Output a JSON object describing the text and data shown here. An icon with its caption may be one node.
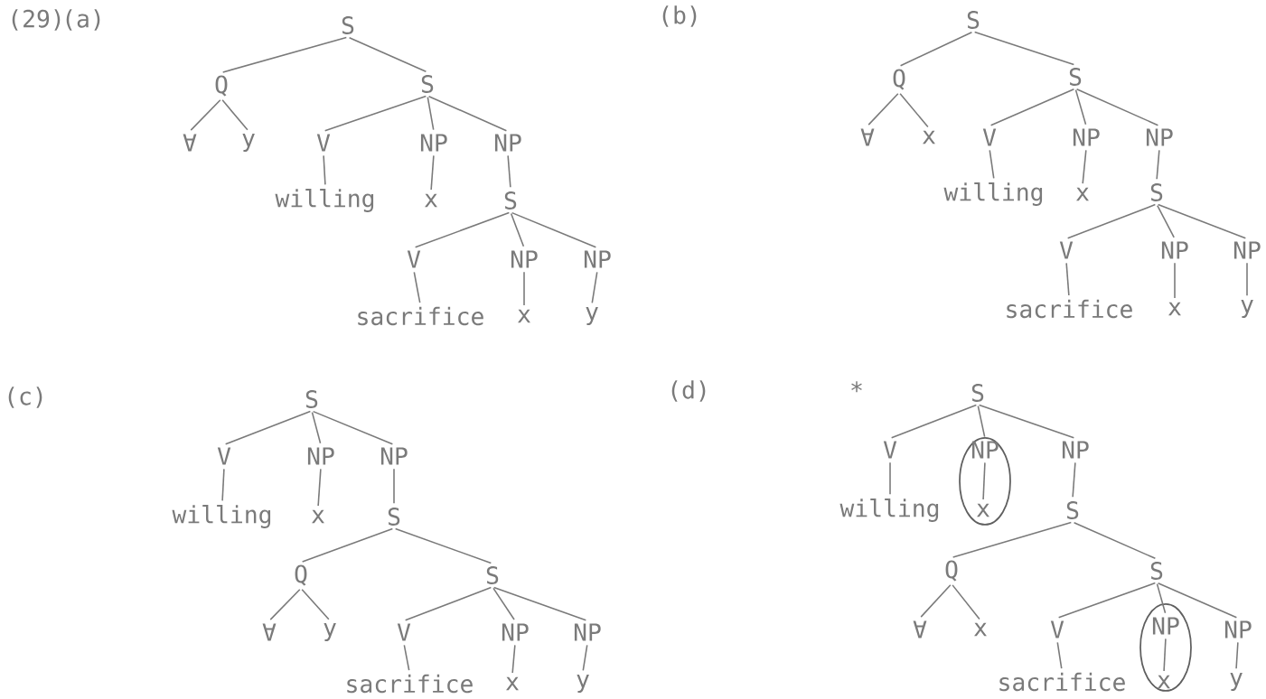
{
  "diagram": {
    "nodes": [
      {
        "text": [
          "S"
        ]
      },
      {
        "text": [
          "Q"
        ]
      },
      {
        "text": [
          "S"
        ]
      },
      {
        "text": [
          "∀"
        ]
      },
      {
        "text": [
          "y"
        ]
      },
      {
        "text": [
          "V"
        ]
      },
      {
        "text": [
          "NP"
        ]
      },
      {
        "text": [
          "NP"
        ]
      },
      {
        "text": [
          "willing"
        ]
      },
      {
        "text": [
          "x"
        ]
      },
      {
        "text": [
          "S"
        ]
      },
      {
        "text": [
          "V"
        ]
      },
      {
        "text": [
          "NP"
        ]
      },
      {
        "text": [
          "NP"
        ]
      },
      {
        "text": [
          "sacrifice"
        ]
      },
      {
        "text": [
          "x"
        ]
      },
      {
        "text": [
          "y"
        ]
      },
      {
        "text": [
          "S"
        ]
      },
      {
        "text": [
          "Q"
        ]
      },
      {
        "text": [
          "S"
        ]
      },
      {
        "text": [
          "∀"
        ]
      },
      {
        "text": [
          "x"
        ]
      },
      {
        "text": [
          "V"
        ]
      },
      {
        "text": [
          "NP"
        ]
      },
      {
        "text": [
          "NP"
        ]
      },
      {
        "text": [
          "willing"
        ]
      },
      {
        "text": [
          "x"
        ]
      },
      {
        "text": [
          "S"
        ]
      },
      {
        "text": [
          "V"
        ]
      },
      {
        "text": [
          "NP"
        ]
      },
      {
        "text": [
          "NP"
        ]
      },
      {
        "text": [
          "sacrifice"
        ]
      },
      {
        "text": [
          "x"
        ]
      },
      {
        "text": [
          "y"
        ]
      },
      {
        "text": [
          "S"
        ]
      },
      {
        "text": [
          "V"
        ]
      },
      {
        "text": [
          "NP"
        ]
      },
      {
        "text": [
          "NP"
        ]
      },
      {
        "text": [
          "willing"
        ]
      },
      {
        "text": [
          "x"
        ]
      },
      {
        "text": [
          "S"
        ]
      },
      {
        "text": [
          "Q"
        ]
      },
      {
        "text": [
          "S"
        ]
      },
      {
        "text": [
          "∀"
        ]
      },
      {
        "text": [
          "y"
        ]
      },
      {
        "text": [
          "V"
        ]
      },
      {
        "text": [
          "NP"
        ]
      },
      {
        "text": [
          "NP"
        ]
      },
      {
        "text": [
          "sacrifice"
        ]
      },
      {
        "text": [
          "x"
        ]
      },
      {
        "text": [
          "y"
        ]
      },
      {
        "text": [
          "S"
        ]
      },
      {
        "text": [
          "V"
        ]
      },
      {
        "text": [],
        "shape": "ellipse"
      },
      {
        "text": [
          "NP"
        ],
        "in": 53
      },
      {
        "text": [
          "NP"
        ]
      },
      {
        "text": [
          "willing"
        ]
      },
      {
        "text": [
          "x"
        ],
        "in": 53
      },
      {
        "text": [
          "S"
        ]
      },
      {
        "text": [
          "Q"
        ]
      },
      {
        "text": [
          "S"
        ]
      },
      {
        "text": [
          "∀"
        ]
      },
      {
        "text": [
          "x"
        ]
      },
      {
        "text": [
          "V"
        ]
      },
      {
        "text": [],
        "shape": "ellipse"
      },
      {
        "text": [
          "NP"
        ],
        "in": 64
      },
      {
        "text": [
          "NP"
        ]
      },
      {
        "text": [
          "sacrifice"
        ]
      },
      {
        "text": [
          "x"
        ],
        "in": 64
      },
      {
        "text": [
          "y"
        ]
      }
    ],
    "edges": [
      {
        "from": 0,
        "to": 1,
        "arrow": "none"
      },
      {
        "from": 0,
        "to": 2,
        "arrow": "none"
      },
      {
        "from": 1,
        "to": 3,
        "arrow": "none"
      },
      {
        "from": 1,
        "to": 4,
        "arrow": "none"
      },
      {
        "from": 2,
        "to": 5,
        "arrow": "none"
      },
      {
        "from": 2,
        "to": 6,
        "arrow": "none"
      },
      {
        "from": 2,
        "to": 7,
        "arrow": "none"
      },
      {
        "from": 5,
        "to": 8,
        "arrow": "none"
      },
      {
        "from": 6,
        "to": 9,
        "arrow": "none"
      },
      {
        "from": 7,
        "to": 10,
        "arrow": "none"
      },
      {
        "from": 10,
        "to": 11,
        "arrow": "none"
      },
      {
        "from": 10,
        "to": 12,
        "arrow": "none"
      },
      {
        "from": 10,
        "to": 13,
        "arrow": "none"
      },
      {
        "from": 11,
        "to": 14,
        "arrow": "none"
      },
      {
        "from": 12,
        "to": 15,
        "arrow": "none"
      },
      {
        "from": 13,
        "to": 16,
        "arrow": "none"
      },
      {
        "from": 17,
        "to": 18,
        "arrow": "none"
      },
      {
        "from": 17,
        "to": 19,
        "arrow": "none"
      },
      {
        "from": 18,
        "to": 20,
        "arrow": "none"
      },
      {
        "from": 18,
        "to": 21,
        "arrow": "none"
      },
      {
        "from": 19,
        "to": 22,
        "arrow": "none"
      },
      {
        "from": 19,
        "to": 23,
        "arrow": "none"
      },
      {
        "from": 19,
        "to": 24,
        "arrow": "none"
      },
      {
        "from": 22,
        "to": 25,
        "arrow": "none"
      },
      {
        "from": 23,
        "to": 26,
        "arrow": "none"
      },
      {
        "from": 24,
        "to": 27,
        "arrow": "none"
      },
      {
        "from": 27,
        "to": 28,
        "arrow": "none"
      },
      {
        "from": 27,
        "to": 29,
        "arrow": "none"
      },
      {
        "from": 27,
        "to": 30,
        "arrow": "none"
      },
      {
        "from": 28,
        "to": 31,
        "arrow": "none"
      },
      {
        "from": 29,
        "to": 32,
        "arrow": "none"
      },
      {
        "from": 30,
        "to": 33,
        "arrow": "none"
      },
      {
        "from": 34,
        "to": 35,
        "arrow": "none"
      },
      {
        "from": 34,
        "to": 36,
        "arrow": "none"
      },
      {
        "from": 34,
        "to": 37,
        "arrow": "none"
      },
      {
        "from": 35,
        "to": 38,
        "arrow": "none"
      },
      {
        "from": 36,
        "to": 39,
        "arrow": "none"
      },
      {
        "from": 37,
        "to": 40,
        "arrow": "none"
      },
      {
        "from": 40,
        "to": 41,
        "arrow": "none"
      },
      {
        "from": 40,
        "to": 42,
        "arrow": "none"
      },
      {
        "from": 41,
        "to": 43,
        "arrow": "none"
      },
      {
        "from": 41,
        "to": 44,
        "arrow": "none"
      },
      {
        "from": 42,
        "to": 45,
        "arrow": "none"
      },
      {
        "from": 42,
        "to": 46,
        "arrow": "none"
      },
      {
        "from": 42,
        "to": 47,
        "arrow": "none"
      },
      {
        "from": 45,
        "to": 48,
        "arrow": "none"
      },
      {
        "from": 46,
        "to": 49,
        "arrow": "none"
      },
      {
        "from": 47,
        "to": 50,
        "arrow": "none"
      },
      {
        "from": 51,
        "to": 52,
        "arrow": "none"
      },
      {
        "from": 51,
        "to": 54,
        "arrow": "none"
      },
      {
        "from": 51,
        "to": 55,
        "arrow": "none"
      },
      {
        "from": 52,
        "to": 56,
        "arrow": "none"
      },
      {
        "from": 54,
        "to": 57,
        "arrow": "none"
      },
      {
        "from": 55,
        "to": 58,
        "arrow": "none"
      },
      {
        "from": 58,
        "to": 59,
        "arrow": "none"
      },
      {
        "from": 58,
        "to": 60,
        "arrow": "none"
      },
      {
        "from": 59,
        "to": 61,
        "arrow": "none"
      },
      {
        "from": 59,
        "to": 62,
        "arrow": "none"
      },
      {
        "from": 60,
        "to": 63,
        "arrow": "none"
      },
      {
        "from": 60,
        "to": 65,
        "arrow": "none"
      },
      {
        "from": 60,
        "to": 66,
        "arrow": "none"
      },
      {
        "from": 63,
        "to": 67,
        "arrow": "none"
      },
      {
        "from": 65,
        "to": 68,
        "arrow": "none"
      },
      {
        "from": 66,
        "to": 69,
        "arrow": "none"
      }
    ],
    "labels": [
      "(29)",
      "(a)",
      "(b)",
      "(c)",
      "(d)",
      "*"
    ]
  }
}
